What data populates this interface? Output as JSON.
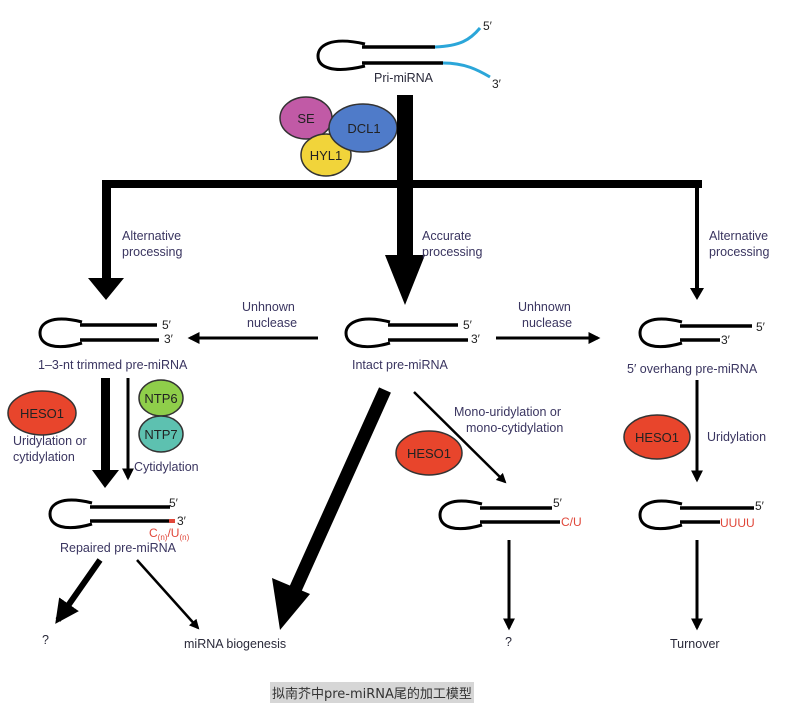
{
  "title": "Pre-miRNA 3' tail processing model in Arabidopsis",
  "caption": "拟南芥中pre-miRNA尾的加工模型",
  "colors": {
    "se": "#c15aa6",
    "dcl1": "#4f7bc9",
    "hyl1": "#f1d43a",
    "heso1": "#e8452c",
    "ntp6": "#8fce4a",
    "ntp7": "#5dc1b0",
    "pri_tail": "#2ba6d9",
    "added_nt": "#e0473a"
  },
  "top": {
    "name": "Pri-miRNA",
    "five_prime": "5′",
    "three_prime": "3′",
    "proteins": [
      "SE",
      "DCL1",
      "HYL1"
    ]
  },
  "branches": {
    "left_label_1": "Alternative",
    "left_label_2": "processing",
    "center_label_1": "Accurate",
    "center_label_2": "processing",
    "right_label_1": "Alternative",
    "right_label_2": "processing"
  },
  "nuclease": {
    "left_1": "Unhnown",
    "left_2": "nuclease",
    "right_1": "Unhnown",
    "right_2": "nuclease"
  },
  "molecules": {
    "trimmed": {
      "name": "1–3-nt trimmed pre-miRNA",
      "five": "5′",
      "three": "3′"
    },
    "intact": {
      "name": "Intact pre-miRNA",
      "five": "5′",
      "three": "3′"
    },
    "overhang": {
      "name": "5′ overhang pre-miRNA",
      "five": "5′",
      "three": "3′"
    },
    "repaired": {
      "name": "Repaired pre-miRNA",
      "five": "5′",
      "three": "3′",
      "added_c": "C",
      "added_u": "U",
      "sub": "(n)",
      "slash": "/"
    },
    "mono": {
      "five": "5′",
      "added": "C/U"
    },
    "uridylated": {
      "five": "5′",
      "added": "UUUU"
    }
  },
  "enzymes": {
    "heso1_left": "HESO1",
    "ntp6": "NTP6",
    "ntp7": "NTP7",
    "heso1_center": "HESO1",
    "heso1_right": "HESO1"
  },
  "reactions": {
    "left_1": "Uridylation or",
    "left_2": "cytidylation",
    "ntp": "Cytidylation",
    "center_1": "Mono-uridylation or",
    "center_2": "mono-cytidylation",
    "right": "Uridylation"
  },
  "outcomes": {
    "left_unknown": "?",
    "biogenesis": "miRNA biogenesis",
    "center_unknown": "?",
    "turnover": "Turnover"
  }
}
